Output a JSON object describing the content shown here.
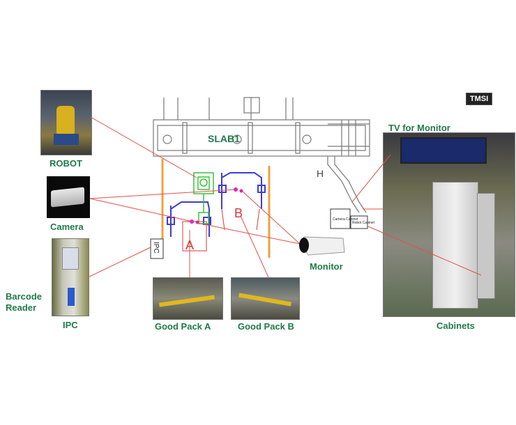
{
  "logo": {
    "text": "TMSI"
  },
  "layout": {
    "line_label": "SLAB1",
    "area_a_label": "A",
    "area_b_label": "B",
    "ipc_box_label": "IPC",
    "h_marker": "H",
    "cabinet_box_1": "Camera Cabinet",
    "cabinet_box_2": "Robot Cabinet"
  },
  "callouts": {
    "robot": "ROBOT",
    "camera": "Camera",
    "barcode_reader": "Barcode\nReader",
    "ipc": "IPC",
    "good_pack_a": "Good Pack A",
    "good_pack_b": "Good Pack B",
    "monitor": "Monitor",
    "tv_for_monitor": "TV for Monitor",
    "cabinets": "Cabinets"
  },
  "colors": {
    "label_green": "#1f7a4a",
    "leader_red": "#e0504a",
    "area_blue": "#3d3dd6",
    "area_red": "#d63a3a",
    "robot_green": "#39c43c",
    "rail_orange": "#f0a040",
    "magenta_marker": "#e020c0"
  },
  "icons": {
    "robot_photo": "robot-photo",
    "camera_photo": "camera-photo",
    "ipc_photo": "ipc-photo",
    "monitor_photo": "bullet-camera-photo",
    "cabinets_photo": "cabinets-photo"
  }
}
